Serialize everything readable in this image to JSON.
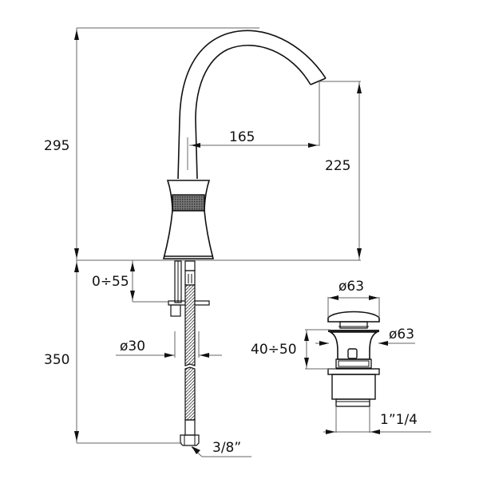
{
  "drawing": {
    "title": "Basin mixer tap technical dimension drawing",
    "units": "mm",
    "dimensions": {
      "total_height_above_deck": "295",
      "spout_reach": "165",
      "spout_outlet_height": "225",
      "below_deck_length": "350",
      "deck_thickness_range": "0÷55",
      "hole_diameter": "ø30",
      "hose_connection": "3/8”",
      "waste_cap_diameter": "ø63",
      "waste_flange_diameter": "ø63",
      "waste_basin_thickness_range": "40÷50",
      "waste_thread": "1”1/4"
    }
  }
}
